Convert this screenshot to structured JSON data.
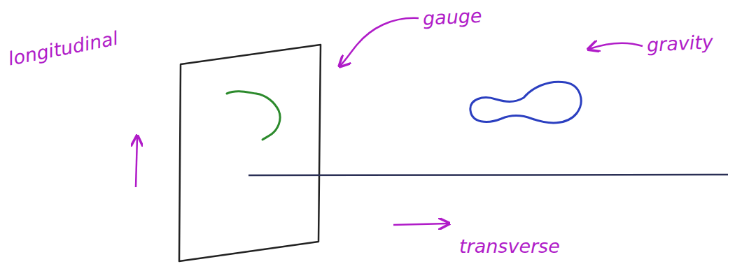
{
  "diagram": {
    "labels": [
      "longitudinal",
      "gauge",
      "gravity",
      "transverse"
    ]
  }
}
